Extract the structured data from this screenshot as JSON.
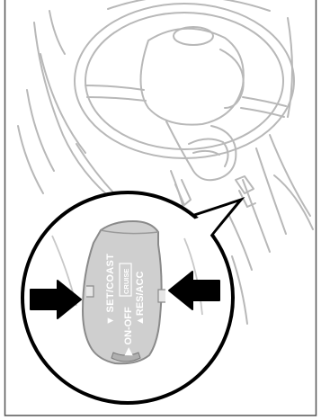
{
  "figure": {
    "subject": "cruise-control-stalk",
    "labels": {
      "set_coast": "▼ SET/COAST",
      "cruise": "CRUISE",
      "on_off": "▶ ON-OFF",
      "res_acc": "▲RES/ACC"
    },
    "colors": {
      "line_art": "#b8b8b8",
      "stalk_fill": "#cfcfcf",
      "stalk_text": "#ffffff",
      "outline": "#000000",
      "arrow": "#000000",
      "background": "#ffffff"
    }
  }
}
